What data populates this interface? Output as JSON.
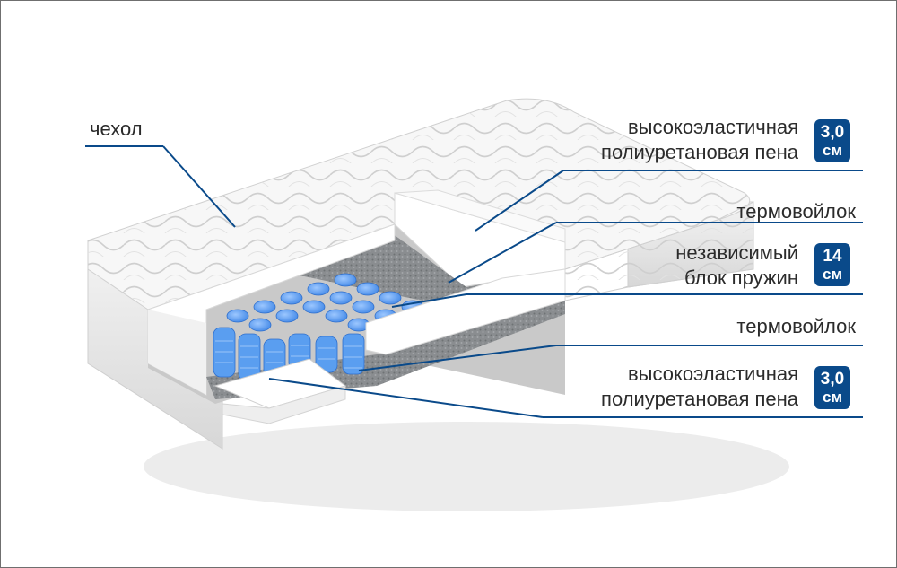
{
  "colors": {
    "leader_line": "#0a4a8a",
    "badge_bg": "#0a4a8a",
    "spring_blue": "#5a9ef0",
    "felt_gray": "#8a8d90"
  },
  "labels": {
    "cover": "чехол",
    "top_foam_line1": "высокоэластичная",
    "top_foam_line2": "полиуретановая пена",
    "felt_top": "термовойлок",
    "springs_line1": "независимый",
    "springs_line2": "блок пружин",
    "felt_bottom": "термовойлок",
    "bottom_foam_line1": "высокоэластичная",
    "bottom_foam_line2": "полиуретановая пена"
  },
  "badges": {
    "top_foam": {
      "value": "3,0",
      "unit": "см"
    },
    "springs": {
      "value": "14",
      "unit": "см"
    },
    "bottom_foam": {
      "value": "3,0",
      "unit": "см"
    }
  }
}
